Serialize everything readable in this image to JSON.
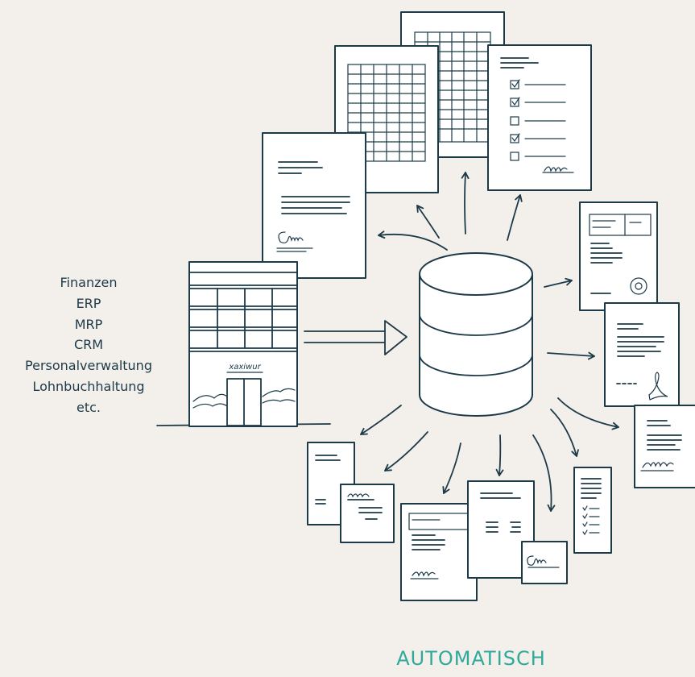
{
  "sources": {
    "items": [
      "Finanzen",
      "ERP",
      "MRP",
      "CRM",
      "Personalverwaltung",
      "Lohnbuchhaltung",
      "etc."
    ]
  },
  "building": {
    "sign_text": "xaxiwur"
  },
  "caption": "AUTOMATISCH",
  "colors": {
    "ink": "#1d3a48",
    "accent": "#2ea99a",
    "background": "#f3f0ec",
    "paper": "#ffffff"
  }
}
